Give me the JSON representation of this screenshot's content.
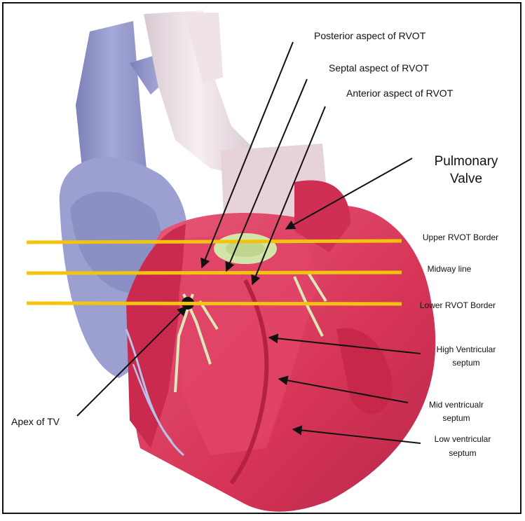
{
  "labels": {
    "posterior_rvot": "Posterior aspect of RVOT",
    "septal_rvot": "Septal aspect of RVOT",
    "anterior_rvot": "Anterior aspect of RVOT",
    "pulmonary_valve_line1": "Pulmonary",
    "pulmonary_valve_line2": "Valve",
    "upper_rvot_border": "Upper RVOT Border",
    "midway_line": "Midway line",
    "lower_rvot_border": "Lower RVOT Border",
    "high_septum_line1": "High Ventricular",
    "high_septum_line2": "septum",
    "mid_septum_line1": "Mid ventricualr",
    "mid_septum_line2": "septum",
    "low_septum_line1": "Low ventricular",
    "low_septum_line2": "septum",
    "apex_tv": "Apex of TV"
  },
  "colors": {
    "myocardium": "#d93a5c",
    "myocardium_dark": "#a8203e",
    "vein": "#8f93c6",
    "vein_dark": "#6e72a8",
    "aorta": "#ecdfe6",
    "valve": "#cfe2a6",
    "guide_line": "#f2c40f",
    "arrow": "#111111"
  }
}
